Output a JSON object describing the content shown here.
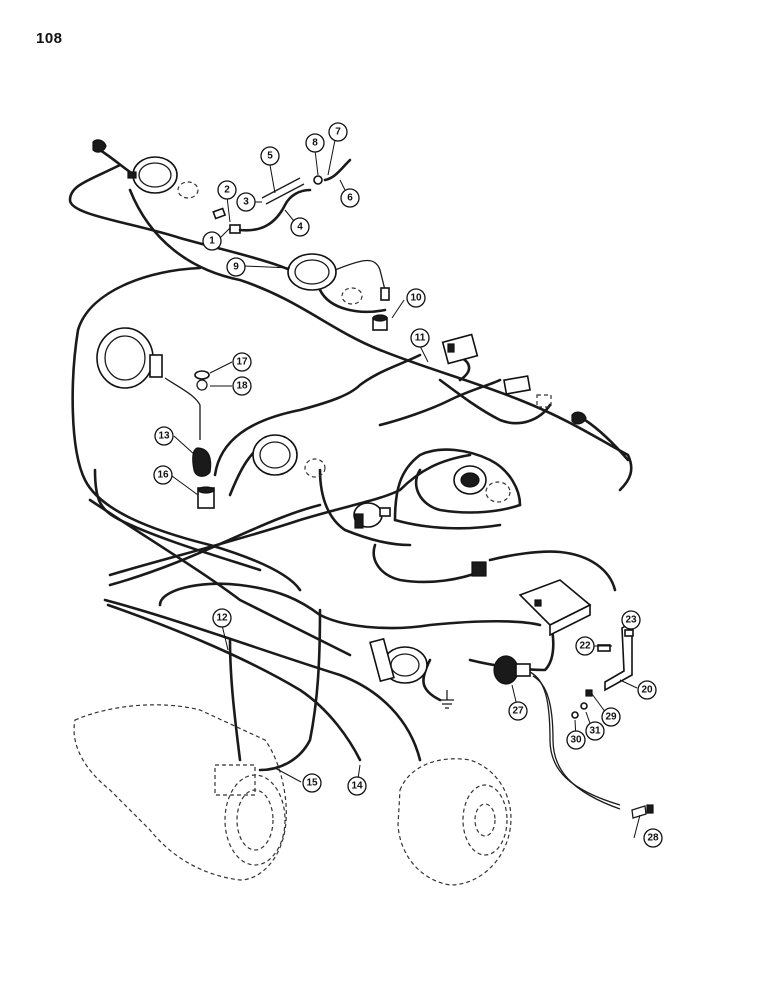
{
  "page": {
    "number": "108"
  },
  "callouts": [
    {
      "id": "c1",
      "label": "1"
    },
    {
      "id": "c2",
      "label": "2"
    },
    {
      "id": "c3",
      "label": "3"
    },
    {
      "id": "c4",
      "label": "4"
    },
    {
      "id": "c5",
      "label": "5"
    },
    {
      "id": "c6",
      "label": "6"
    },
    {
      "id": "c7",
      "label": "7"
    },
    {
      "id": "c8",
      "label": "8"
    },
    {
      "id": "c9",
      "label": "9"
    },
    {
      "id": "c10",
      "label": "10"
    },
    {
      "id": "c11",
      "label": "11"
    },
    {
      "id": "c12",
      "label": "12"
    },
    {
      "id": "c13",
      "label": "13"
    },
    {
      "id": "c14",
      "label": "14"
    },
    {
      "id": "c15",
      "label": "15"
    },
    {
      "id": "c16",
      "label": "16"
    },
    {
      "id": "c17",
      "label": "17"
    },
    {
      "id": "c18",
      "label": "18"
    },
    {
      "id": "c20",
      "label": "20"
    },
    {
      "id": "c22",
      "label": "22"
    },
    {
      "id": "c23",
      "label": "23"
    },
    {
      "id": "c27",
      "label": "27"
    },
    {
      "id": "c28",
      "label": "28"
    },
    {
      "id": "c29",
      "label": "29"
    },
    {
      "id": "c30",
      "label": "30"
    },
    {
      "id": "c31",
      "label": "31"
    }
  ]
}
